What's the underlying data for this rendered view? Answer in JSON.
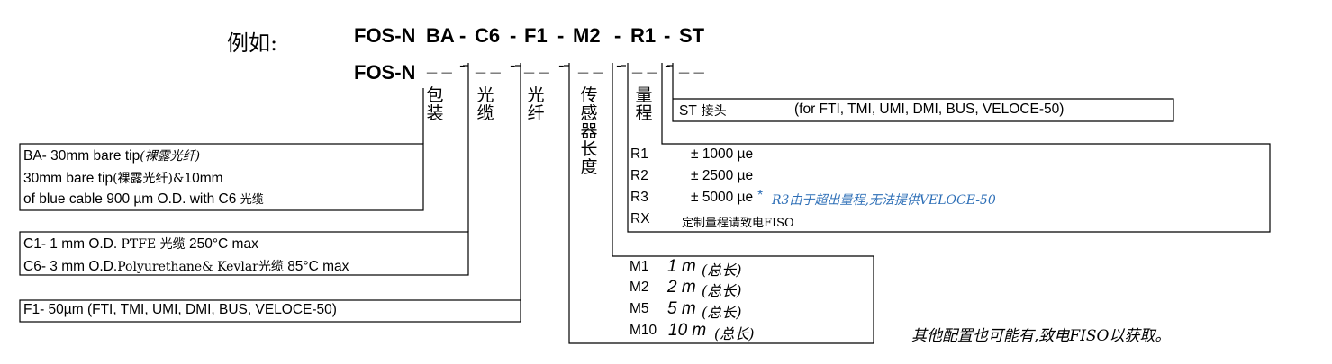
{
  "example": {
    "label": "例如:",
    "parts": [
      "FOS-N",
      "BA",
      "-",
      "C6",
      "-",
      "F1",
      "-",
      "M2",
      "-",
      "R1",
      "-",
      "ST"
    ]
  },
  "template": {
    "prefix": "FOS-N",
    "blank": "_ _",
    "sep": "-"
  },
  "columns": {
    "coating": [
      "包",
      "装"
    ],
    "cable": [
      "光",
      "缆"
    ],
    "fiber": [
      "光",
      "纤"
    ],
    "length": [
      "传",
      "感",
      "器",
      "长",
      "度"
    ],
    "range": [
      "量",
      "程"
    ]
  },
  "connector": {
    "code": "ST",
    "name": "接头",
    "note": "(for FTI, TMI, UMI, DMI, BUS, VELOCE-50)"
  },
  "coating_box": {
    "line1_a": "BA- 30mm bare tip",
    "line1_b": "(裸露光纤)",
    "line2_a": "30mm bare tip",
    "line2_b": "(裸露光纤)&",
    "line2_c": "10mm",
    "line3_a": "of blue cable 900 µm O.D. with C6",
    "line3_b": "光缆"
  },
  "cable_box": {
    "line1_a": "C1- 1 mm O.D.",
    "line1_b": "PTFE 光缆",
    "line1_c": "250°C max",
    "line2_a": "C6- 3 mm O.D.",
    "line2_b": "Polyurethane& Kevlar光缆",
    "line2_c": "85°C max"
  },
  "fiber_box": {
    "line1": "F1- 50µm (FTI, TMI, UMI, DMI, BUS, VELOCE-50)"
  },
  "range_box": {
    "rows": [
      {
        "code": "R1",
        "value": "± 1000 µe"
      },
      {
        "code": "R2",
        "value": "± 2500 µe"
      },
      {
        "code": "R3",
        "value": "± 5000 µe"
      },
      {
        "code": "RX",
        "value": "定制量程请致电FISO"
      }
    ],
    "r3_star": "*",
    "r3_note": "R3由于超出量程,无法提供VELOCE-50"
  },
  "length_box": {
    "rows": [
      {
        "code": "M1",
        "value": "1 m",
        "note": "(总长)"
      },
      {
        "code": "M2",
        "value": "2 m",
        "note": "(总长)"
      },
      {
        "code": "M5",
        "value": "5 m",
        "note": "(总长)"
      },
      {
        "code": "M10",
        "value": "10 m",
        "note": "(总长)"
      }
    ]
  },
  "footer_note": "其他配置也可能有,致电FISO以获取。",
  "colors": {
    "line": "#000000",
    "note_blue": "#2e6fb7"
  }
}
